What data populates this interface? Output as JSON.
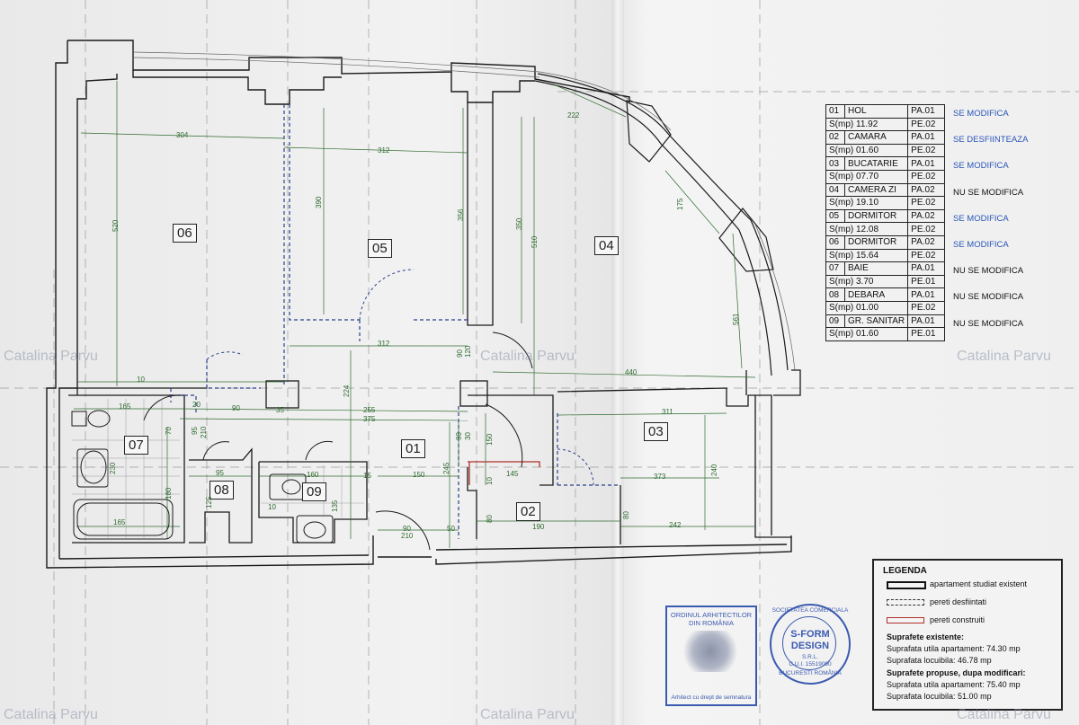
{
  "rooms_table": [
    {
      "num": "01",
      "name": "HOL",
      "area": "S(mp) 11.92",
      "pa": "PA.01",
      "pe": "PE.02",
      "status": "SE MODIFICA",
      "status_color": "#2a56b8"
    },
    {
      "num": "02",
      "name": "CAMARA",
      "area": "S(mp) 01.60",
      "pa": "PA.01",
      "pe": "PE.02",
      "status": "SE DESFIINTEAZA",
      "status_color": "#2a56b8"
    },
    {
      "num": "03",
      "name": "BUCATARIE",
      "area": "S(mp) 07.70",
      "pa": "PA.01",
      "pe": "PE.02",
      "status": "SE MODIFICA",
      "status_color": "#2a56b8"
    },
    {
      "num": "04",
      "name": "CAMERA ZI",
      "area": "S(mp) 19.10",
      "pa": "PA.02",
      "pe": "PE.02",
      "status": "NU SE MODIFICA",
      "status_color": "#111111"
    },
    {
      "num": "05",
      "name": "DORMITOR",
      "area": "S(mp) 12.08",
      "pa": "PA.02",
      "pe": "PE.02",
      "status": "SE MODIFICA",
      "status_color": "#2a56b8"
    },
    {
      "num": "06",
      "name": "DORMITOR",
      "area": "S(mp) 15.64",
      "pa": "PA.02",
      "pe": "PE.02",
      "status": "SE MODIFICA",
      "status_color": "#2a56b8"
    },
    {
      "num": "07",
      "name": "BAIE",
      "area": "S(mp) 3.70",
      "pa": "PA.01",
      "pe": "PE.01",
      "status": "NU SE MODIFICA",
      "status_color": "#111111"
    },
    {
      "num": "08",
      "name": "DEBARA",
      "area": "S(mp) 01.00",
      "pa": "PA.01",
      "pe": "PE.02",
      "status": "NU SE MODIFICA",
      "status_color": "#111111"
    },
    {
      "num": "09",
      "name": "GR. SANITAR",
      "area": "S(mp) 01.60",
      "pa": "PA.01",
      "pe": "PE.01",
      "status": "NU SE MODIFICA",
      "status_color": "#111111"
    }
  ],
  "room_labels": {
    "r01": "01",
    "r02": "02",
    "r03": "03",
    "r04": "04",
    "r05": "05",
    "r06": "06",
    "r07": "07",
    "r08": "08",
    "r09": "09"
  },
  "dimensions": {
    "d304": "304",
    "d312a": "312",
    "d222": "222",
    "d520": "520",
    "d390": "390",
    "d356": "356",
    "d350": "350",
    "d510": "510",
    "d175": "175",
    "d561": "561",
    "d312b": "312",
    "d90a": "90",
    "d120": "120",
    "d440": "440",
    "d10": "10",
    "d165a": "165",
    "d20": "20",
    "d90b": "90",
    "d35": "35",
    "d255": "255",
    "d375": "375",
    "d311": "311",
    "d70": "70",
    "d95a": "95",
    "d210a": "210",
    "d224": "224",
    "d245": "245",
    "d150a": "150",
    "d90c": "90",
    "d30": "30",
    "d150b": "150",
    "d145": "145",
    "d10b": "10",
    "d190": "190",
    "d373": "373",
    "d240": "240",
    "d230": "230",
    "d95b": "95",
    "d160": "160",
    "d15": "15",
    "d125": "125",
    "d10c": "10",
    "d165b": "165",
    "d180": "180",
    "d135": "135",
    "d90d": "90",
    "d210b": "210",
    "d50": "50",
    "d80a": "80",
    "d80b": "80",
    "d242": "242"
  },
  "legend": {
    "title": "LEGENDA",
    "items": [
      {
        "label": "apartament studiat existent",
        "color": "#111111",
        "style": "solid"
      },
      {
        "label": "pereti desfiintati",
        "color": "#333333",
        "style": "dashed"
      },
      {
        "label": "pereti construiti",
        "color": "#b0302a",
        "style": "solid"
      }
    ],
    "existing_heading": "Suprafete existente:",
    "existing_usable": "Suprafata utila apartament: 74.30 mp",
    "existing_living": "Suprafata locuibila: 46.78 mp",
    "proposed_heading": "Suprafete propuse, dupa modificari:",
    "proposed_usable": "Suprafata utila apartament: 75.40 mp",
    "proposed_living": "Suprafata locuibila: 51.00 mp"
  },
  "stamp_square": {
    "line1": "ORDINUL ARHITECTILOR",
    "line2": "DIN ROMÂNIA",
    "footer": "Arhitect cu drept de semnatura"
  },
  "stamp_round": {
    "ring_top": "SOCIETATEA COMERCIALA",
    "name1": "S-FORM",
    "name2": "DESIGN",
    "srl": "S.R.L.",
    "cui": "C.U.I. 15519090",
    "ring_bottom": "BUCURESTI ROMÂNIA"
  },
  "watermark": "Catalina Parvu",
  "colors": {
    "wall": "#1a1a1a",
    "dim_line": "#2f6b2f",
    "demolished": "#2b3f8a",
    "new_wall": "#b0302a",
    "stamp": "#3b5bb0"
  }
}
